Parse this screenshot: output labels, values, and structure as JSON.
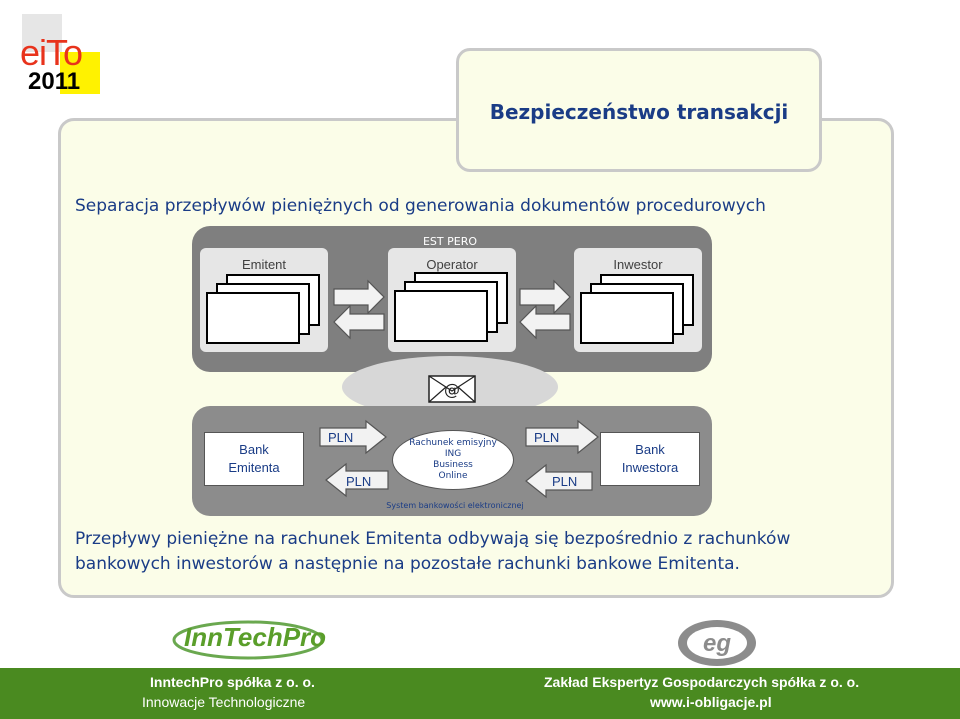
{
  "logo": {
    "word": "eiTo",
    "year": "2011"
  },
  "title": "Bezpieczeństwo transakcji",
  "subtitle": "Separacja przepływów pieniężnych od generowania  dokumentów procedurowych",
  "upper": {
    "group_label": "EST PERO",
    "columns": [
      "Emitent",
      "Operator",
      "Inwestor"
    ]
  },
  "email_icon": {
    "symbol": "@",
    "name": "email-envelope-icon"
  },
  "lower": {
    "bank_emitenta": "Bank Emitenta",
    "bank_inwestora": "Bank Inwestora",
    "center_lines": [
      "Rachunek emisyjny",
      "ING",
      "Business",
      "Online"
    ],
    "currency": "PLN",
    "system_label": "System bankowości elektronicznej"
  },
  "paragraph": "Przepływy pieniężne na rachunek Emitenta odbywają się bezpośrednio z rachunków bankowych inwestorów a następnie na pozostałe rachunki bankowe Emitenta.",
  "footer": {
    "left_line1": "InntechPro spółka z o. o.",
    "left_line2": "Innowacje Technologiczne",
    "right_line1": "Zakład Ekspertyz Gospodarczych spółka z o. o.",
    "right_line2": "www.i-obligacje.pl"
  },
  "brand_logos": {
    "left": "InnTechPro",
    "right": "eg"
  },
  "colors": {
    "text_blue": "#1a3c86",
    "footer_green": "#4a8a20",
    "panel_bg": "#fbfde8",
    "logo_red": "#e8331c"
  }
}
